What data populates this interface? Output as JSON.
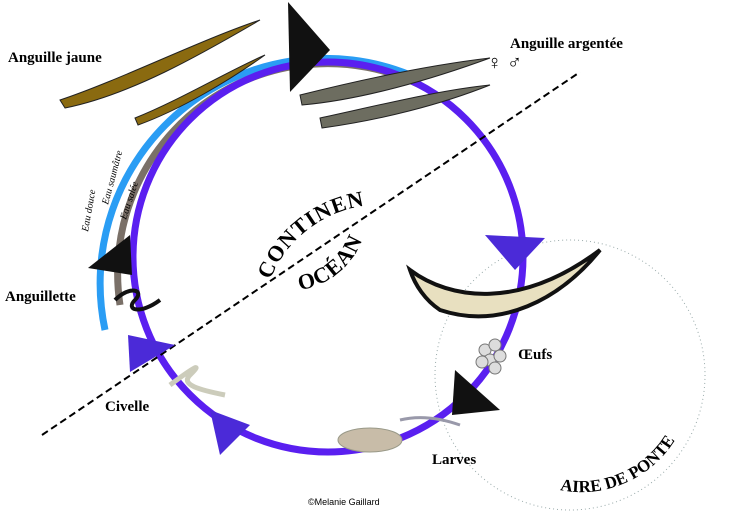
{
  "labels": {
    "yellow_eel": "Anguille jaune",
    "silver_eel": "Anguille argentée",
    "sex_symbols": "♀ ♂",
    "elver": "Anguillette",
    "glass_eel": "Civelle",
    "eggs": "Œufs",
    "larvae": "Larves",
    "continent": "CONTINENT",
    "ocean": "OCÉAN",
    "spawning_area": "AIRE DE PONTE",
    "fresh_water": "Eau douce",
    "brackish_water": "Eau saumâtre",
    "salt_water": "Eau salée",
    "copyright": "©Melanie Gaillard"
  },
  "colors": {
    "fresh": "#2a9df4",
    "brackish": "#7a7068",
    "salt": "#5a1ff0"
  }
}
